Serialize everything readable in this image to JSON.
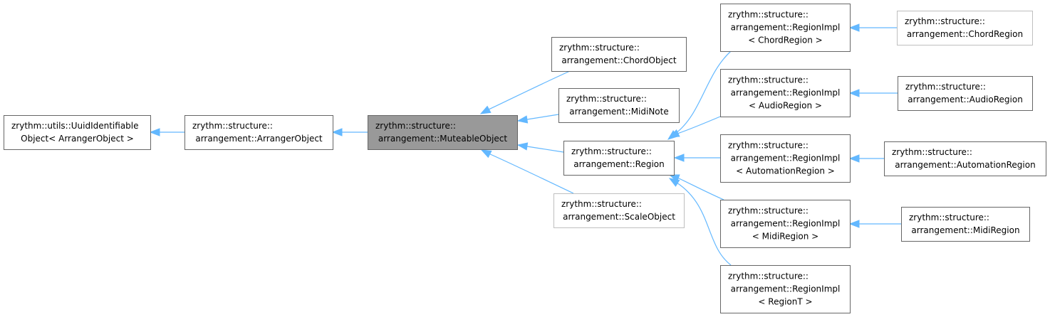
{
  "colors": {
    "edge": "#63b8ff",
    "border": "#666666",
    "border_light": "#bfbfbf",
    "highlight_fill": "#999999",
    "fill": "#ffffff"
  },
  "nodes": [
    {
      "id": "uuid",
      "lines": [
        "zrythm::utils::UuidIdentifiable",
        "Object< ArrangerObject >"
      ]
    },
    {
      "id": "arranger",
      "lines": [
        "zrythm::structure::",
        "arrangement::ArrangerObject"
      ]
    },
    {
      "id": "muteable",
      "lines": [
        "zrythm::structure::",
        "arrangement::MuteableObject"
      ],
      "highlight": true
    },
    {
      "id": "chordobj",
      "lines": [
        "zrythm::structure::",
        "arrangement::ChordObject"
      ]
    },
    {
      "id": "midinote",
      "lines": [
        "zrythm::structure::",
        "arrangement::MidiNote"
      ]
    },
    {
      "id": "region",
      "lines": [
        "zrythm::structure::",
        "arrangement::Region"
      ]
    },
    {
      "id": "scaleobj",
      "lines": [
        "zrythm::structure::",
        "arrangement::ScaleObject"
      ],
      "light": true
    },
    {
      "id": "ri_chord",
      "lines": [
        "zrythm::structure::",
        "arrangement::RegionImpl",
        "< ChordRegion >"
      ]
    },
    {
      "id": "ri_audio",
      "lines": [
        "zrythm::structure::",
        "arrangement::RegionImpl",
        "< AudioRegion >"
      ]
    },
    {
      "id": "ri_auto",
      "lines": [
        "zrythm::structure::",
        "arrangement::RegionImpl",
        "< AutomationRegion >"
      ]
    },
    {
      "id": "ri_midi",
      "lines": [
        "zrythm::structure::",
        "arrangement::RegionImpl",
        "< MidiRegion >"
      ]
    },
    {
      "id": "ri_t",
      "lines": [
        "zrythm::structure::",
        "arrangement::RegionImpl",
        "< RegionT >"
      ]
    },
    {
      "id": "chordregion",
      "lines": [
        "zrythm::structure::",
        "arrangement::ChordRegion"
      ],
      "light": true
    },
    {
      "id": "audioregion",
      "lines": [
        "zrythm::structure::",
        "arrangement::AudioRegion"
      ]
    },
    {
      "id": "autoregion",
      "lines": [
        "zrythm::structure::",
        "arrangement::AutomationRegion"
      ]
    },
    {
      "id": "midiregion",
      "lines": [
        "zrythm::structure::",
        "arrangement::MidiRegion"
      ]
    }
  ],
  "edges": [
    {
      "from": "arranger",
      "to": "uuid"
    },
    {
      "from": "muteable",
      "to": "arranger"
    },
    {
      "from": "chordobj",
      "to": "muteable"
    },
    {
      "from": "midinote",
      "to": "muteable"
    },
    {
      "from": "region",
      "to": "muteable"
    },
    {
      "from": "scaleobj",
      "to": "muteable"
    },
    {
      "from": "ri_chord",
      "to": "region"
    },
    {
      "from": "ri_audio",
      "to": "region"
    },
    {
      "from": "ri_auto",
      "to": "region"
    },
    {
      "from": "ri_midi",
      "to": "region"
    },
    {
      "from": "ri_t",
      "to": "region"
    },
    {
      "from": "chordregion",
      "to": "ri_chord"
    },
    {
      "from": "audioregion",
      "to": "ri_audio"
    },
    {
      "from": "autoregion",
      "to": "ri_auto"
    },
    {
      "from": "midiregion",
      "to": "ri_midi"
    }
  ]
}
